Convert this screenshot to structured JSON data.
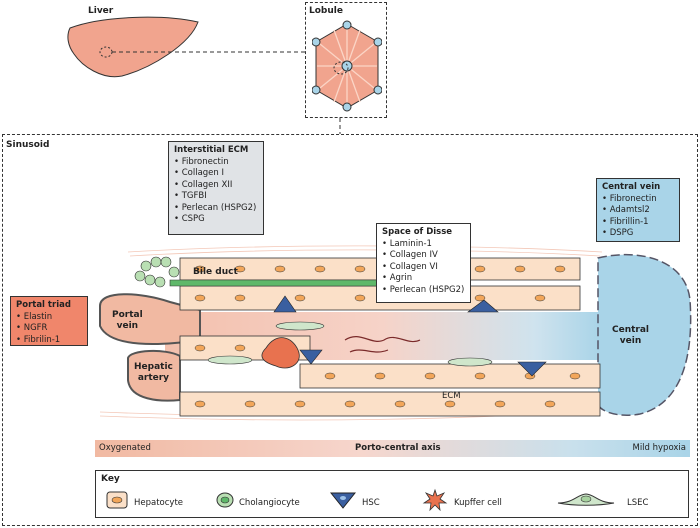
{
  "titles": {
    "liver": "Liver",
    "lobule": "Lobule",
    "sinusoid": "Sinusoid"
  },
  "interstitial": {
    "title": "Interstitial ECM",
    "items": [
      "Fibronectin",
      "Collagen I",
      "Collagen XII",
      "TGFBI",
      "Perlecan (HSPG2)",
      "CSPG"
    ]
  },
  "disse": {
    "title": "Space of Disse",
    "items": [
      "Laminin-1",
      "Collagen IV",
      "Collagen VI",
      "Agrin",
      "Perlecan (HSPG2)"
    ]
  },
  "central": {
    "title": "Central vein",
    "items": [
      "Fibronectin",
      "Adamtsl2",
      "Fibrillin-1",
      "DSPG"
    ]
  },
  "portal_triad": {
    "title": "Portal triad",
    "items": [
      "Elastin",
      "NGFR",
      "Fibrilin-1"
    ]
  },
  "labels": {
    "bile_duct": "Bile duct",
    "portal_vein": "Portal\nvein",
    "hepatic_artery": "Hepatic\nartery",
    "central_vein": "Central\nvein",
    "ecm": "ECM"
  },
  "axis": {
    "left": "Oxygenated",
    "center": "Porto-central axis",
    "right": "Mild hypoxia"
  },
  "key": {
    "title": "Key",
    "items": [
      "Hepatocyte",
      "Cholangiocyte",
      "HSC",
      "Kupffer cell",
      "LSEC"
    ]
  },
  "colors": {
    "hepatocyte_fill": "#fbe0c8",
    "hepatocyte_nucleus": "#f2a65a",
    "cholangiocyte": "#b9dfb3",
    "bile_duct": "#5fb86a",
    "hsc": "#3a5fa0",
    "kupffer": "#e8724f",
    "portal_vein": "#f1b9a2",
    "central_vein": "#a9d4e8",
    "lsec": "#cfe6cb"
  }
}
